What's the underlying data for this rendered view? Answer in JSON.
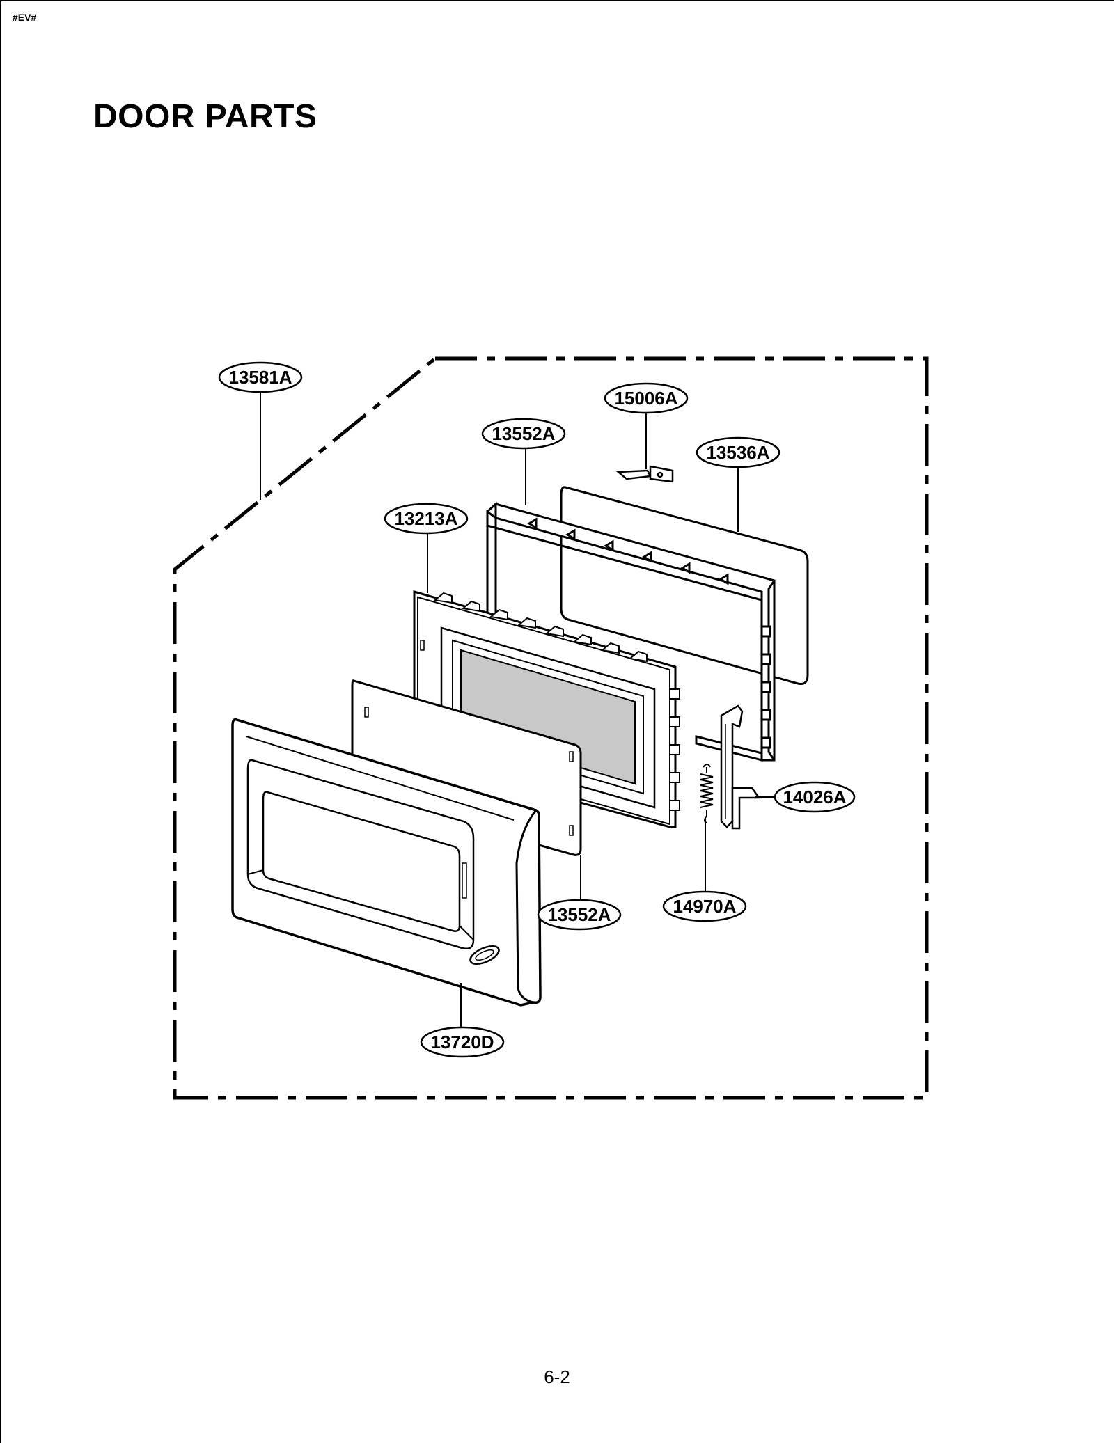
{
  "header": {
    "mark": "#EV#"
  },
  "page": {
    "title": "DOOR PARTS",
    "number": "6-2"
  },
  "callouts": {
    "c13581A": "13581A",
    "c15006A": "15006A",
    "c13552A_top": "13552A",
    "c13536A": "13536A",
    "c13213A": "13213A",
    "c14026A": "14026A",
    "c13552A_bottom": "13552A",
    "c14970A": "14970A",
    "c13720D": "13720D"
  },
  "colors": {
    "line": "#000000",
    "glass": "#c8c8c8",
    "paper": "#ffffff"
  }
}
